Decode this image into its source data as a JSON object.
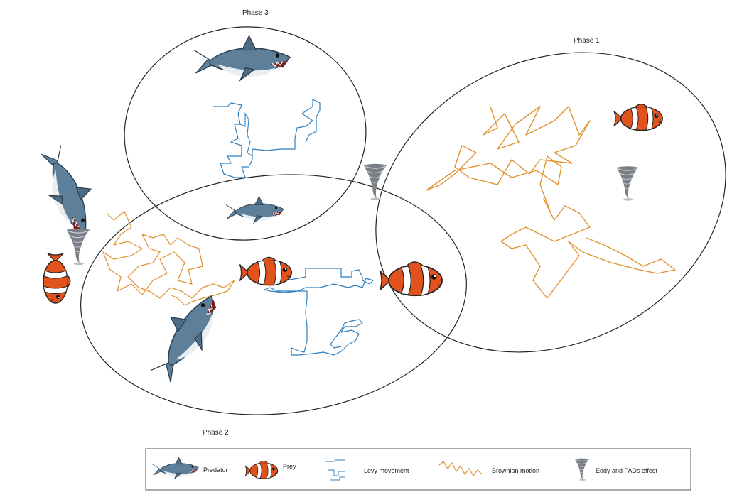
{
  "phases": {
    "phase1": "Phase 1",
    "phase2": "Phase 2",
    "phase3": "Phase 3"
  },
  "legend": {
    "predator": "Predator",
    "prey": "Prey",
    "levy": "Levy movement",
    "brownian": "Brownian motion",
    "eddy": "Eddy and FADs effect"
  },
  "colors": {
    "levy": "#2f7fbf",
    "brownian": "#e0922e",
    "shark_body": "#5e7f99",
    "shark_belly": "#e9eef2",
    "fish_orange": "#e2521d",
    "fish_stripe": "#ffffff",
    "eddy": "#7a7f85",
    "outline": "#222222"
  },
  "icons": {
    "predator": "shark-icon",
    "prey": "clownfish-icon",
    "eddy": "tornado-icon"
  }
}
